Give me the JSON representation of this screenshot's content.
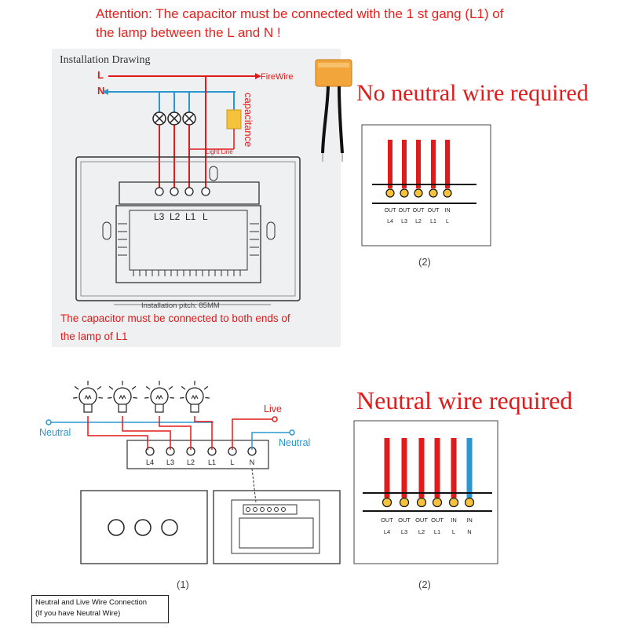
{
  "header": {
    "attention": "Attention: The capacitor must be connected with the 1 st gang (L1) of the lamp between the L and N  !"
  },
  "installation": {
    "title": "Installation Drawing",
    "line_L": "L",
    "line_N": "N",
    "firewire": "FireWire",
    "capacitance": "capacitance",
    "light_line": "Light Line",
    "terminals": [
      "L3",
      "L2",
      "L1",
      "L"
    ],
    "pitch": "Installation pitch: 85MM",
    "note_line1": "The capacitor must be connected to both ends of",
    "note_line2": "the lamp of L1"
  },
  "no_neutral": {
    "title": "No neutral wire required",
    "out_labels": [
      "OUT",
      "OUT",
      "OUT",
      "OUT",
      "IN"
    ],
    "terminal_labels": [
      "L4",
      "L3",
      "L2",
      "L1",
      "L"
    ],
    "caption": "(2)"
  },
  "neutral_diagram": {
    "live": "Live",
    "neutral_left": "Neutral",
    "neutral_right": "Neutral",
    "terminals": [
      "L4",
      "L3",
      "L2",
      "L1",
      "L",
      "N"
    ],
    "caption": "(1)"
  },
  "neutral_required": {
    "title": "Neutral wire required",
    "out_labels": [
      "OUT",
      "OUT",
      "OUT",
      "OUT",
      "IN",
      "IN"
    ],
    "terminal_labels": [
      "L4",
      "L3",
      "L2",
      "L1",
      "L",
      "N"
    ],
    "caption": "(2)"
  },
  "footer_note": {
    "line1": "Neutral and Live Wire Connection",
    "line2": "(If you have Neutral Wire)"
  },
  "colors": {
    "red": "#e01b1b",
    "blue": "#2b97d1",
    "capacitor": "#f5c33b",
    "dark": "#222222"
  }
}
